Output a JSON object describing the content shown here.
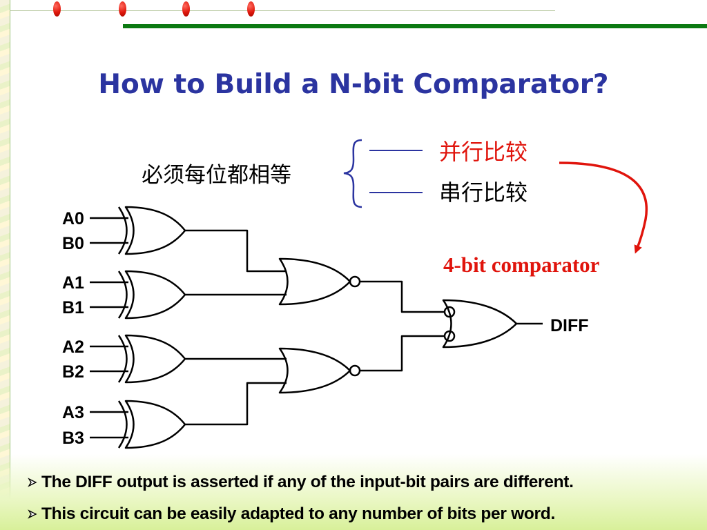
{
  "slide": {
    "title": "How to Build a N-bit Comparator?",
    "colors": {
      "title": "#2b34a0",
      "accent_red": "#e0140c",
      "top_bar": "#0c7a12",
      "brace": "#2b34a0"
    }
  },
  "annotations": {
    "requirement": "必须每位都相等",
    "option_parallel": "并行比较",
    "option_serial": "串行比较",
    "callout": "4-bit comparator"
  },
  "diagram": {
    "inputs": [
      "A0",
      "B0",
      "A1",
      "B1",
      "A2",
      "B2",
      "A3",
      "B3"
    ],
    "output": "DIFF"
  },
  "bullets": [
    {
      "text": "The DIFF output is asserted if any of the input-bit pairs are different.",
      "icon": "arrow-bullet-icon"
    },
    {
      "text": "This circuit can be easily adapted to any number of bits per word.",
      "icon": "arrow-bullet-icon"
    }
  ]
}
